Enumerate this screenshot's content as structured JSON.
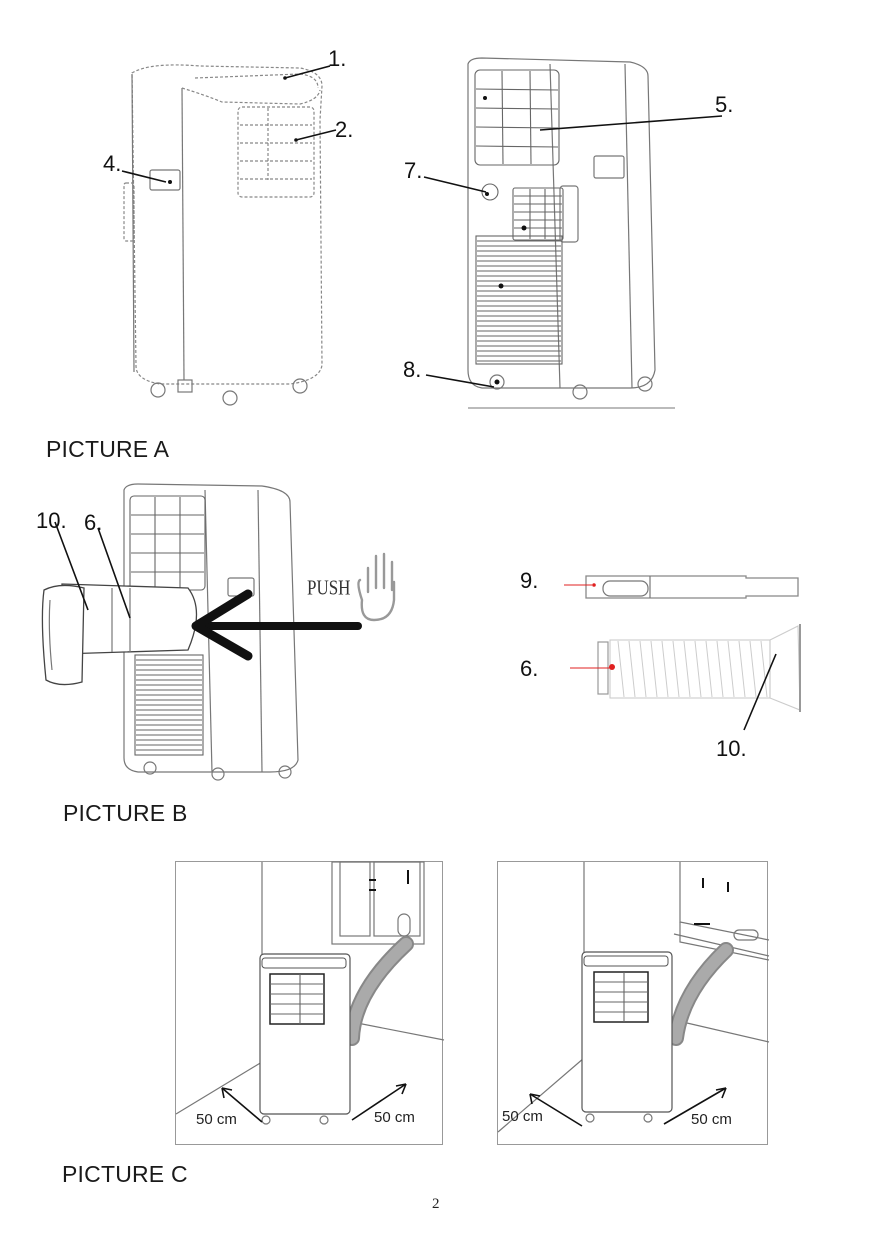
{
  "document": {
    "page_number": "2"
  },
  "picture_a": {
    "caption": "PICTURE A",
    "front_view_callouts": [
      "1.",
      "2.",
      "4."
    ],
    "rear_view_callouts": [
      "5.",
      "7.",
      "8."
    ]
  },
  "picture_b": {
    "caption": "PICTURE B",
    "callouts": [
      "10.",
      "6."
    ],
    "push_label": "PUSH"
  },
  "accessories": {
    "callouts": [
      "9.",
      "6.",
      "10."
    ],
    "marker_color": "#e02020"
  },
  "picture_c": {
    "caption": "PICTURE C",
    "left_panel": {
      "clearance_left": "50 cm",
      "clearance_right": "50 cm"
    },
    "right_panel": {
      "clearance_left": "50 cm",
      "clearance_right": "50 cm"
    }
  }
}
